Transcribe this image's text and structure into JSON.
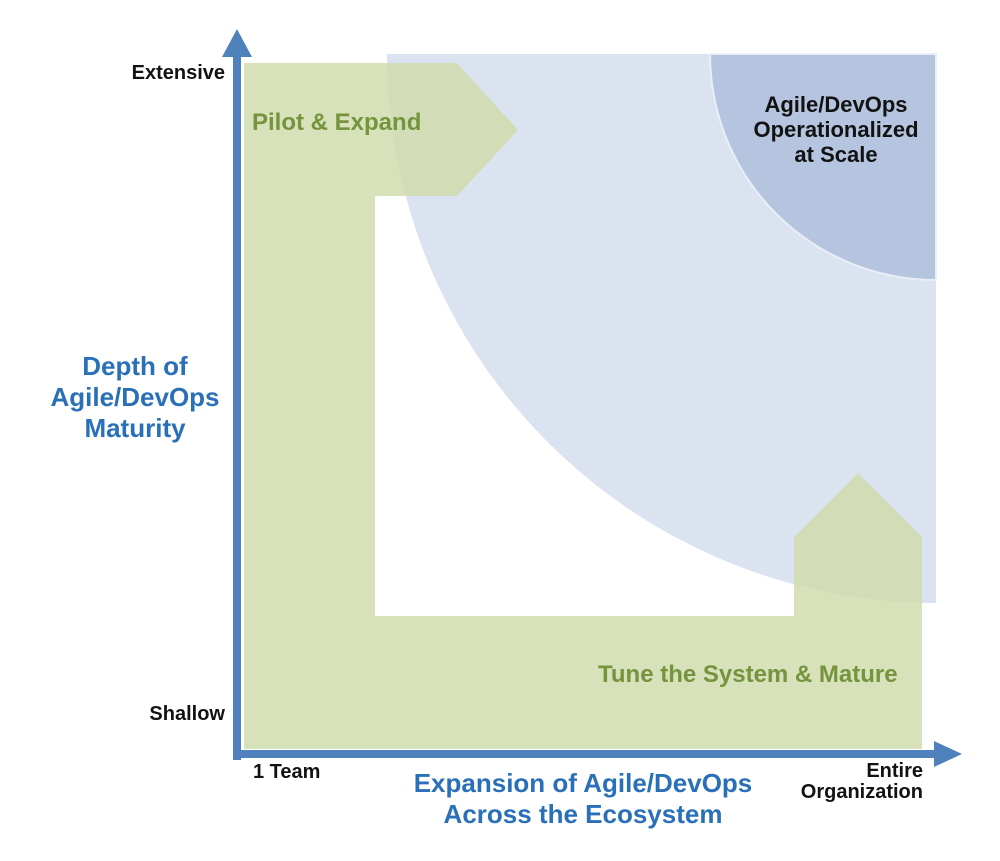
{
  "y_axis": {
    "title_lines": [
      "Depth of",
      "Agile/DevOps",
      "Maturity"
    ],
    "max_label": "Extensive",
    "min_label": "Shallow"
  },
  "x_axis": {
    "title_lines": [
      "Expansion of Agile/DevOps",
      "Across the Ecosystem"
    ],
    "min_label": "1 Team",
    "max_label_lines": [
      "Entire",
      "Organization"
    ]
  },
  "regions": {
    "pilot_expand": {
      "label": "Pilot & Expand"
    },
    "tune_mature": {
      "label": "Tune the System & Mature"
    },
    "operationalized": {
      "label_lines": [
        "Agile/DevOps",
        "Operationalized",
        "at Scale"
      ]
    }
  },
  "colors": {
    "light_blue_fill": "#dbe2f0",
    "dark_blue_fill": "#b5c5e0",
    "green_fill": "#d0dcae",
    "axis_blue": "#4f81bd",
    "blue_text": "#2a70b8",
    "olive_text": "#76933d",
    "black_text": "#121212"
  }
}
